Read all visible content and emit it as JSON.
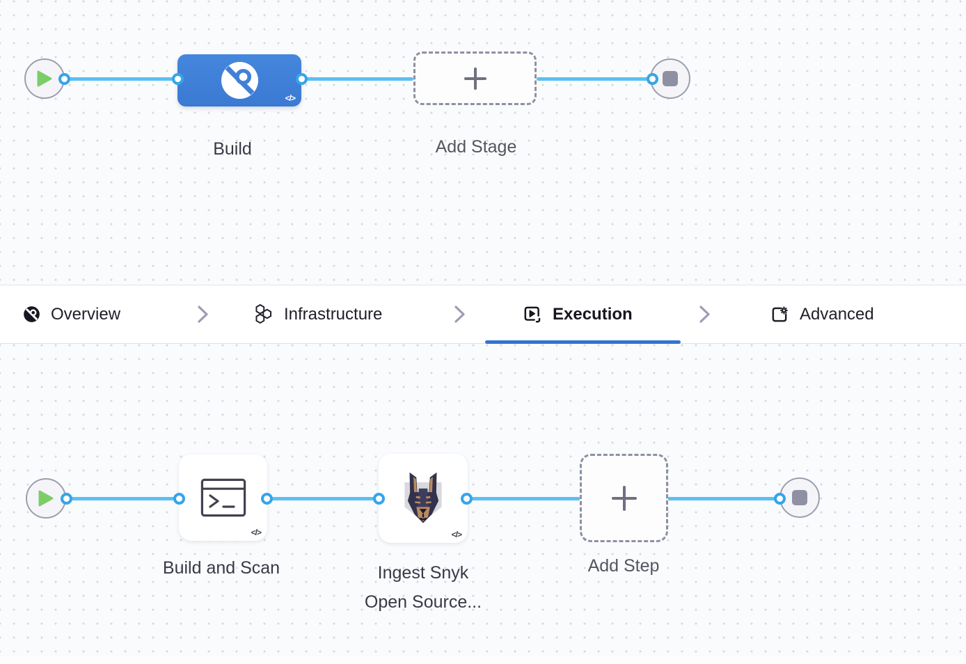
{
  "stage_section": {
    "stage": {
      "label": "Build",
      "icon": "ci-build-icon",
      "code_badge": "</>"
    },
    "add_stage_label": "Add Stage",
    "start_icon": "play-icon",
    "end_icon": "stop-icon"
  },
  "tab_bar": {
    "tabs": [
      {
        "label": "Overview",
        "icon": "ci-overview-icon",
        "active": false
      },
      {
        "label": "Infrastructure",
        "icon": "hexagons-icon",
        "active": false
      },
      {
        "label": "Execution",
        "icon": "play-square-icon",
        "active": true
      },
      {
        "label": "Advanced",
        "icon": "square-gear-icon",
        "active": false
      }
    ],
    "separator_icon": "chevron-right-icon"
  },
  "execution_section": {
    "steps": [
      {
        "label": "Build and Scan",
        "icon": "terminal-icon",
        "code_badge": "</>"
      },
      {
        "label_line1": "Ingest Snyk",
        "label_line2": "Open Source...",
        "icon": "snyk-doberman-icon",
        "code_badge": "</>"
      }
    ],
    "add_step_label": "Add Step",
    "start_icon": "play-icon",
    "end_icon": "stop-icon"
  },
  "colors": {
    "accent_blue": "#3273d2",
    "stage_node_blue": "#4080d8",
    "connector_blue": "#5ac0f2",
    "port_ring_blue": "#35a5e9",
    "play_green": "#7ccd68",
    "stop_gray": "#8f90a4",
    "canvas_bg": "#fafbfd"
  }
}
